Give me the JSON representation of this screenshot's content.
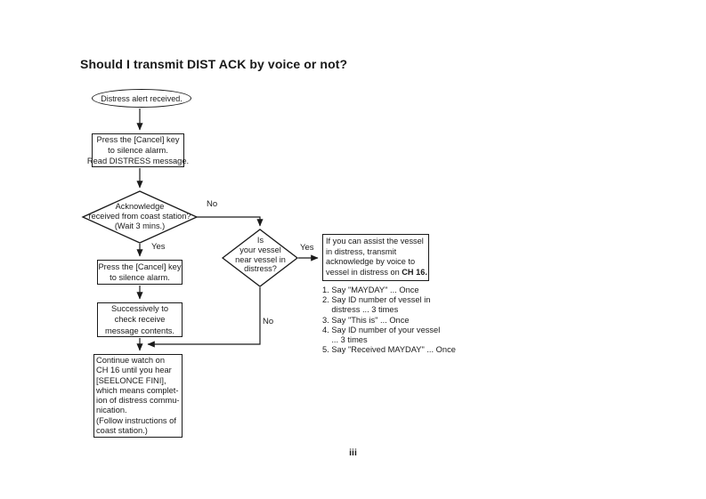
{
  "page": {
    "title": "Should I transmit DIST ACK by voice or not?",
    "page_number": "iii"
  },
  "colors": {
    "ink": "#1a1a1a",
    "background": "#ffffff"
  },
  "flowchart": {
    "start_terminator": "Distress alert received.",
    "box_cancel_read": "Press the [Cancel] key\nto silence alarm.\nRead DISTRESS message.",
    "decision_ack": "Acknowledge\nreceived from coast station?\n(Wait 3 mins.)",
    "label_no_1": "No",
    "label_yes_1": "Yes",
    "box_cancel": "Press the [Cancel] key\nto silence alarm.",
    "box_check": "Successively to\ncheck receive\nmessage contents.",
    "box_watch": "Continue watch on\nCH 16 until you hear\n[SEELONCE FINI],\nwhich means complet-\nion of distress commu-\nnication.\n(Follow instructions of\ncoast station.)",
    "decision_near": "Is\nyour vessel\nnear vessel in\ndistress?",
    "label_yes_2": "Yes",
    "label_no_2": "No",
    "box_assist_main": "If you can assist the vessel\nin distress, transmit\nacknowledge by voice to\nvessel in distress on ",
    "box_assist_bold": "CH 16.",
    "voice_steps": "1. Say \"MAYDAY\" ... Once\n2. Say ID number of vessel in\n    distress ... 3 times\n3. Say \"This is\" ... Once\n4. Say ID number of your vessel\n    ... 3 times\n5. Say \"Received MAYDAY\" ... Once"
  }
}
